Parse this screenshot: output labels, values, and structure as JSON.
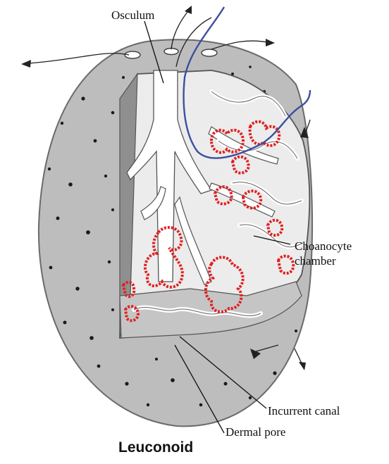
{
  "labels": {
    "osculum": "Osculum",
    "choanocyte_line1": "Choanocyte",
    "choanocyte_line2": "chamber",
    "incurrent_canal": "Incurrent canal",
    "dermal_pore": "Dermal pore"
  },
  "caption": "Leuconoid",
  "colors": {
    "body": "#bdbdbd",
    "body_edge": "#6a6a6a",
    "cut_face": "#e9e9e9",
    "choanocyte": "#e02020",
    "flow_arrow": "#3a4fa0",
    "pore": "#1a1a1a"
  }
}
